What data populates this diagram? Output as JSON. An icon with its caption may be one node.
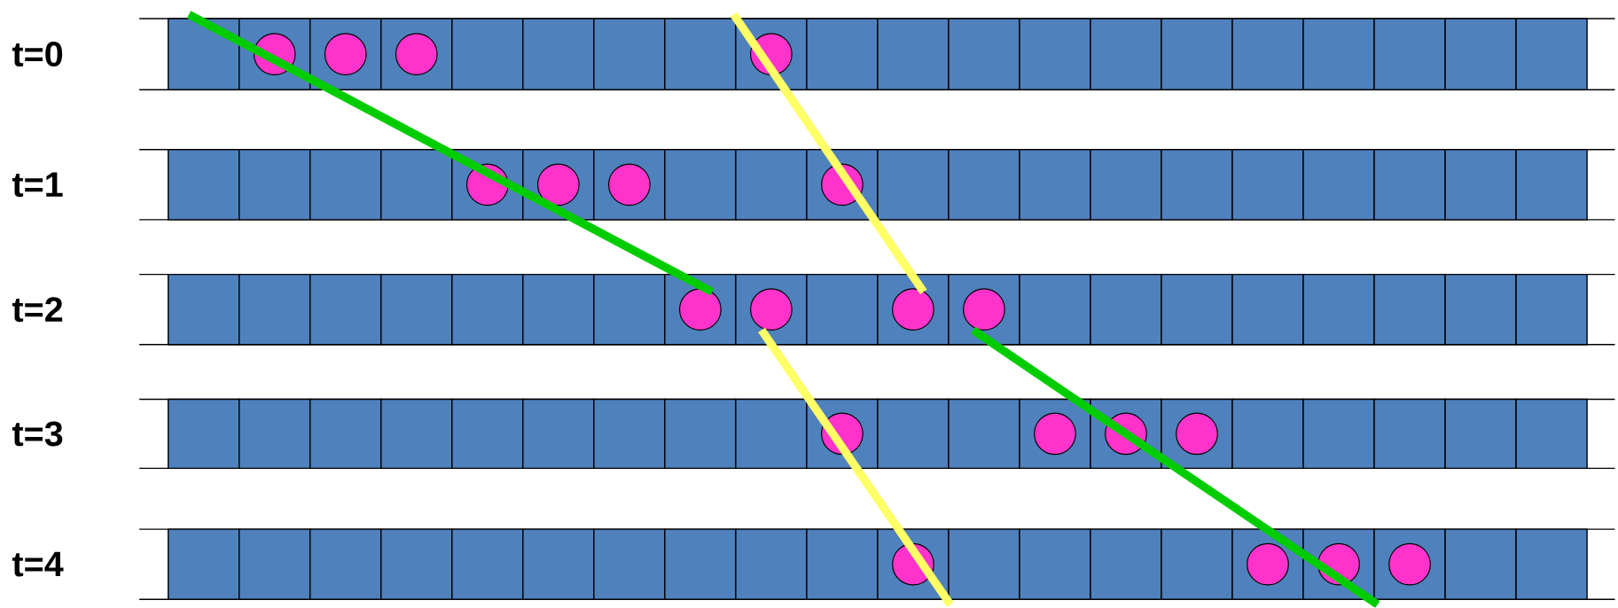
{
  "diagram": {
    "labels": [
      "t=0",
      "t=1",
      "t=2",
      "t=3",
      "t=4"
    ]
  }
}
